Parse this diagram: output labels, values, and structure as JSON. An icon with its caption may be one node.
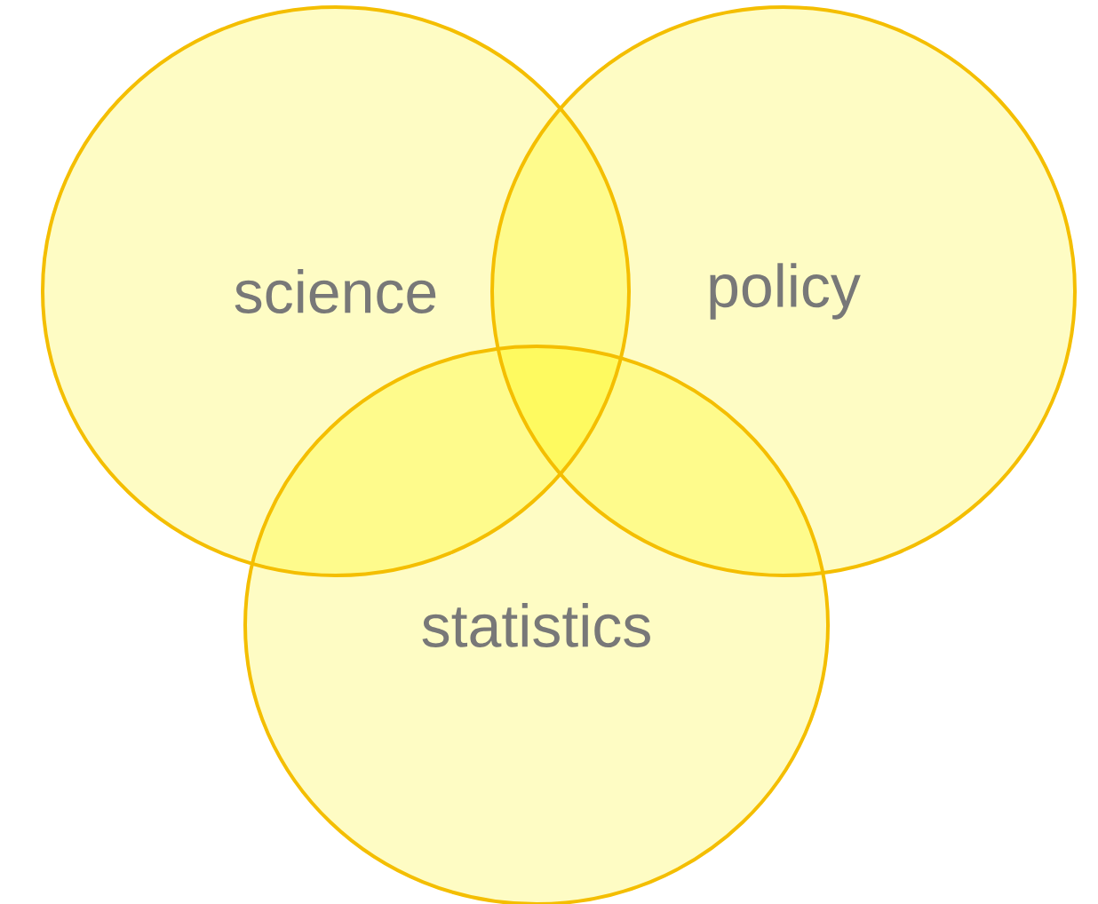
{
  "diagram": {
    "nodes": [
      {
        "text": [
          "science"
        ]
      },
      {
        "text": [
          "policy"
        ]
      },
      {
        "text": [
          "statistics"
        ]
      }
    ]
  }
}
